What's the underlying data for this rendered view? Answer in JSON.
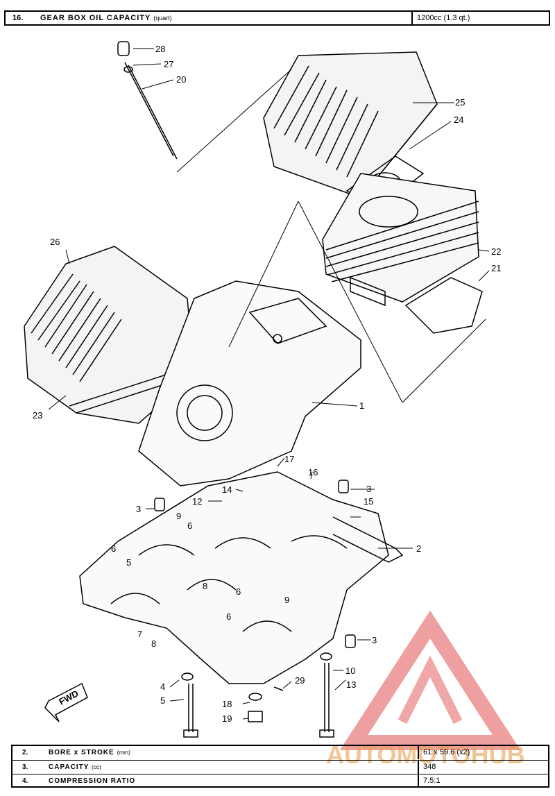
{
  "header": {
    "number": "16.",
    "label": "GEAR BOX OIL CAPACITY",
    "unit": "(quart)",
    "value": "1200cc (1.3 qt.)"
  },
  "callouts": [
    "28",
    "27",
    "20",
    "25",
    "24",
    "22",
    "21",
    "26",
    "23",
    "1",
    "17",
    "16",
    "3",
    "14",
    "15",
    "12",
    "3",
    "9",
    "6",
    "2",
    "6",
    "5",
    "8",
    "6",
    "9",
    "7",
    "8",
    "6",
    "3",
    "4",
    "10",
    "29",
    "13",
    "5",
    "18",
    "19"
  ],
  "fwd_label": "FWD",
  "specs": [
    {
      "number": "2.",
      "label": "BORE x STROKE",
      "unit": "(mm)",
      "value": "61 x 59.6 (x2)"
    },
    {
      "number": "3.",
      "label": "CAPACITY",
      "unit": "(cc)",
      "value": "348"
    },
    {
      "number": "4.",
      "label": "COMPRESSION RATIO",
      "unit": "",
      "value": "7.5:1"
    }
  ],
  "watermark": {
    "text": "AUTOMOTOHUB",
    "color": "#e05050"
  }
}
